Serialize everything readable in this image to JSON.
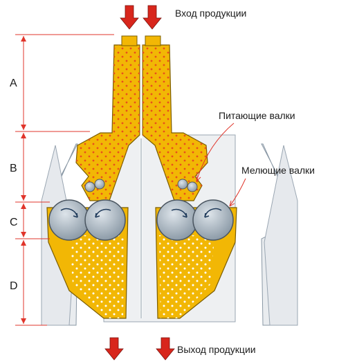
{
  "colors": {
    "product_yellow": "#f2b705",
    "housing_outline": "#7a5c00",
    "housing_gray": "#e9ecef",
    "roll_steel": "#b8c4cf",
    "dimension_red": "#e0352b",
    "arrow_red": "#d8261c",
    "divider": "#ffffff"
  },
  "labels": {
    "input": "Вход продукции",
    "output": "Выход продукции",
    "feed_rolls": "Питающие валки",
    "grinding_rolls": "Мелющие валки"
  },
  "dimensions": [
    "A",
    "B",
    "C",
    "D"
  ],
  "icons": [
    "arrow-down-icon",
    "rotation-arrow-icon"
  ]
}
